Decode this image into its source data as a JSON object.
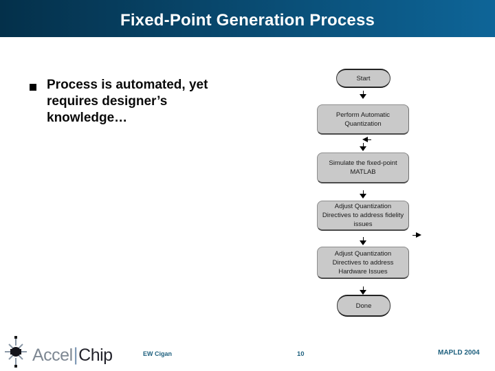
{
  "colors": {
    "header-left": "#04304a",
    "header-right": "#0e6598",
    "footer-text": "#1e607e",
    "node-fill": "#c9c9c9",
    "node-border": "#8c8c8c"
  },
  "header": {
    "title": "Fixed-Point Generation Process"
  },
  "content": {
    "bullet_text": "Process is automated, yet requires designer’s knowledge…"
  },
  "flowchart": {
    "nodes": [
      {
        "id": "start",
        "type": "terminator",
        "label": "Start"
      },
      {
        "id": "perform-automatic-quantization",
        "type": "process",
        "label": "Perform Automatic Quantization"
      },
      {
        "id": "simulate-fixed-point-matlab",
        "type": "process",
        "label": "Simulate the fixed-point MATLAB"
      },
      {
        "id": "adjust-fidelity",
        "type": "process",
        "label": "Adjust Quantization Directives to address fidelity issues"
      },
      {
        "id": "adjust-hardware",
        "type": "process",
        "label": "Adjust Quantization Directives to address Hardware Issues"
      },
      {
        "id": "done",
        "type": "terminator",
        "label": "Done"
      }
    ]
  },
  "footer": {
    "logo_accel": "Accel",
    "logo_separator": "|",
    "logo_chip": "Chip",
    "author": "EW Cigan",
    "page_number": "10",
    "conference": "MAPLD 2004"
  }
}
